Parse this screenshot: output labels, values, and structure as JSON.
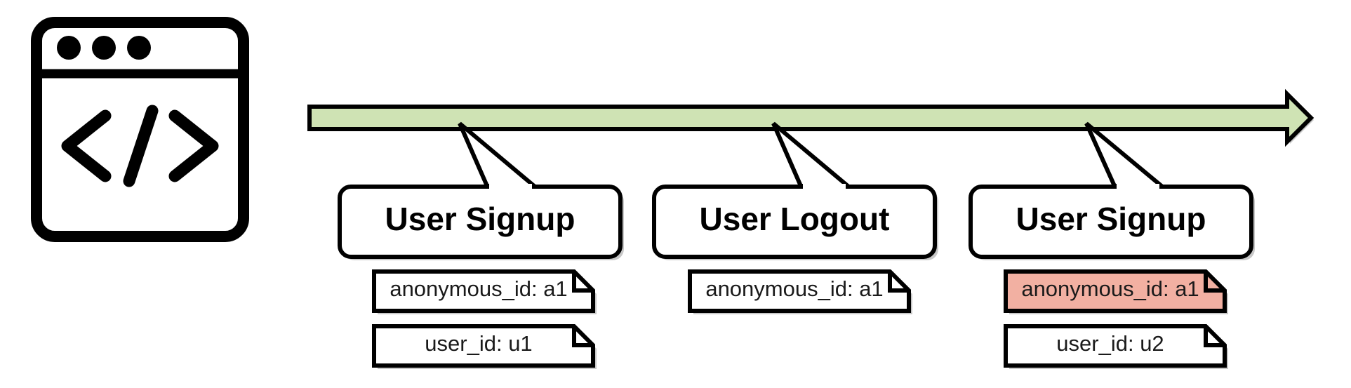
{
  "diagram": {
    "kind": "event-timeline",
    "background_color": "#ffffff",
    "timeline": {
      "label": "time-axis-arrow",
      "direction": "left-to-right",
      "fill_color": "#cfe3b4",
      "stroke_color": "#000000"
    },
    "icon": {
      "name": "code-window-icon",
      "glyph": "</>",
      "dots": 3,
      "stroke_color": "#000000"
    },
    "events": [
      {
        "id": "event-1",
        "title": "User Signup",
        "highlight": false,
        "notes": [
          {
            "id": "note-1-1",
            "text": "anonymous_id: a1",
            "highlight": false,
            "fill": "#ffffff"
          },
          {
            "id": "note-1-2",
            "text": "user_id: u1",
            "highlight": false,
            "fill": "#ffffff"
          }
        ]
      },
      {
        "id": "event-2",
        "title": "User Logout",
        "highlight": false,
        "notes": [
          {
            "id": "note-2-1",
            "text": "anonymous_id: a1",
            "highlight": false,
            "fill": "#ffffff"
          }
        ]
      },
      {
        "id": "event-3",
        "title": "User Signup",
        "highlight": false,
        "notes": [
          {
            "id": "note-3-1",
            "text": "anonymous_id: a1",
            "highlight": true,
            "fill": "#f2b0a2"
          },
          {
            "id": "note-3-2",
            "text": "user_id: u2",
            "highlight": false,
            "fill": "#ffffff"
          }
        ]
      }
    ],
    "colors": {
      "timeline_green": "#cfe3b4",
      "highlight_salmon": "#f2b0a2",
      "outline_black": "#000000",
      "note_white": "#ffffff"
    }
  }
}
